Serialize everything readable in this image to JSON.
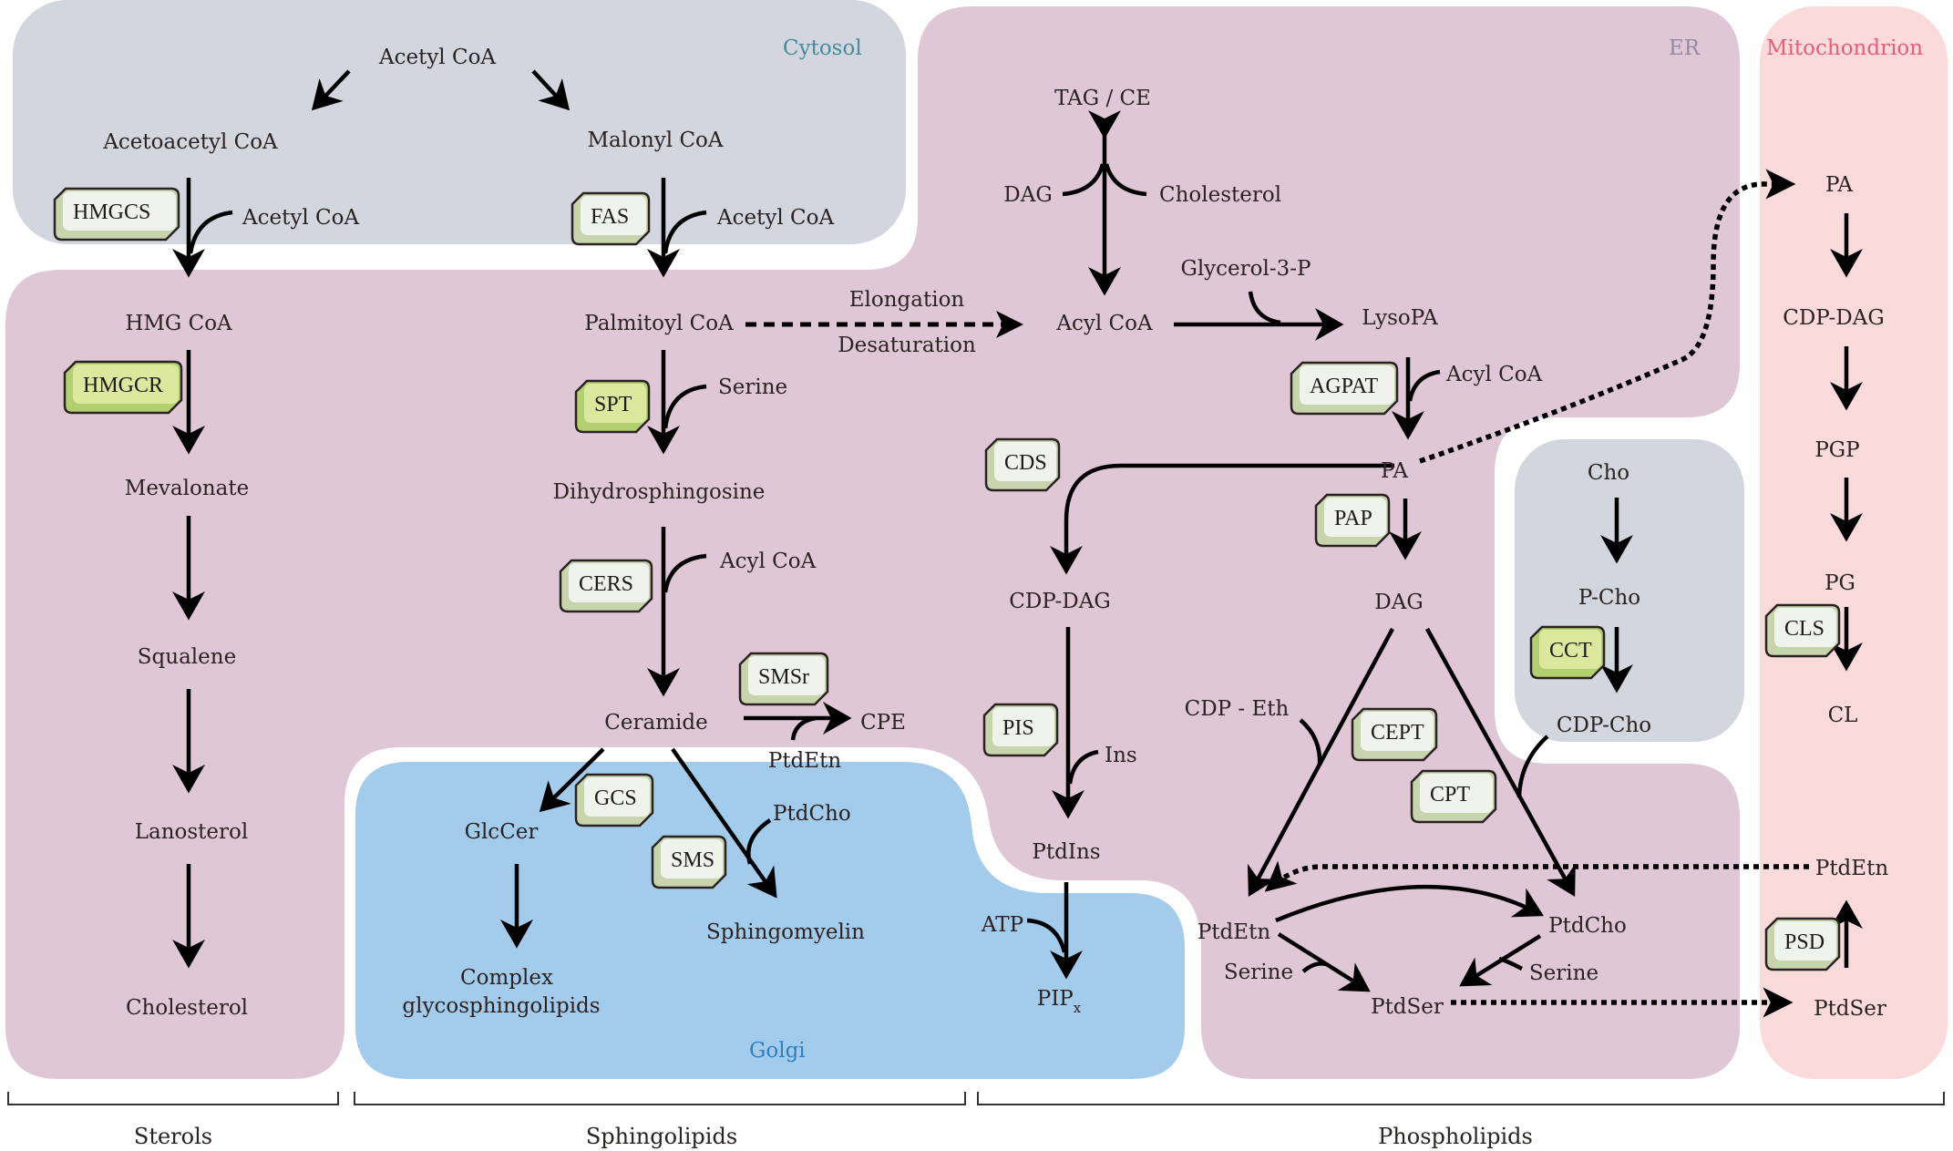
{
  "colors": {
    "cytosol": "#d3d6de",
    "er": "#dfc7d5",
    "golgi": "#a3ccec",
    "mitochondrion": "#fadada",
    "cytosol_label": "#4a8a98",
    "er_label": "#9888a8",
    "golgi_label": "#2f7fc4",
    "mito_label": "#e65e78",
    "enzyme_fill": "#f0f3ec",
    "enzyme_shadow": "#c8d4ac",
    "enzyme_highlight_fill": "#dce89e",
    "enzyme_highlight_shadow": "#b2d070"
  },
  "regions": {
    "cytosol_top": "Cytosol",
    "er": "ER",
    "golgi": "Golgi",
    "mitochondrion": "Mitochondrion"
  },
  "categories": [
    "Sterols",
    "Sphingolipids",
    "Phospholipids"
  ],
  "metabolites": {
    "acetyl_coa_top": "Acetyl CoA",
    "acetoacetyl_coa": "Acetoacetyl CoA",
    "malonyl_coa": "Malonyl CoA",
    "acetyl_coa_hmgcs": "Acetyl CoA",
    "acetyl_coa_fas": "Acetyl CoA",
    "hmg_coa": "HMG CoA",
    "mevalonate": "Mevalonate",
    "squalene": "Squalene",
    "lanosterol": "Lanosterol",
    "cholesterol_sterol": "Cholesterol",
    "palmitoyl_coa": "Palmitoyl CoA",
    "elongation": "Elongation",
    "desaturation": "Desaturation",
    "serine_spt": "Serine",
    "dihydrosphingosine": "Dihydrosphingosine",
    "acyl_coa_cers": "Acyl CoA",
    "ceramide": "Ceramide",
    "cpe": "CPE",
    "ptdetn_smsr": "PtdEtn",
    "glccer": "GlcCer",
    "ptdcho_sms": "PtdCho",
    "complex_gsl_1": "Complex",
    "complex_gsl_2": "glycosphingolipids",
    "sphingomyelin": "Sphingomyelin",
    "tag_ce": "TAG / CE",
    "dag_tag": "DAG",
    "cholesterol_ce": "Cholesterol",
    "acyl_coa_er": "Acyl CoA",
    "glycerol_3_p": "Glycerol-3-P",
    "lysopa": "LysoPA",
    "acyl_coa_agpat": "Acyl CoA",
    "pa_er": "PA",
    "cdp_dag_er": "CDP-DAG",
    "dag_er": "DAG",
    "ins": "Ins",
    "ptdins": "PtdIns",
    "atp": "ATP",
    "pipx": "PIP",
    "pipx_sub": "x",
    "cdp_eth": "CDP - Eth",
    "ptdetn_er": "PtdEtn",
    "ptdcho_er": "PtdCho",
    "serine_left": "Serine",
    "serine_right": "Serine",
    "ptdser_er": "PtdSer",
    "cho": "Cho",
    "p_cho": "P-Cho",
    "cdp_cho": "CDP-Cho",
    "pa_mito": "PA",
    "cdp_dag_mito": "CDP-DAG",
    "pgp": "PGP",
    "pg": "PG",
    "cl": "CL",
    "ptdetn_mito": "PtdEtn",
    "ptdser_mito": "PtdSer"
  },
  "enzymes": {
    "hmgcs": "HMGCS",
    "fas": "FAS",
    "hmgcr": "HMGCR",
    "spt": "SPT",
    "cers": "CERS",
    "smsr": "SMSr",
    "gcs": "GCS",
    "sms": "SMS",
    "cds": "CDS",
    "agpat": "AGPAT",
    "pap": "PAP",
    "pis": "PIS",
    "cept": "CEPT",
    "cpt": "CPT",
    "cct": "CCT",
    "cls": "CLS",
    "psd": "PSD"
  }
}
